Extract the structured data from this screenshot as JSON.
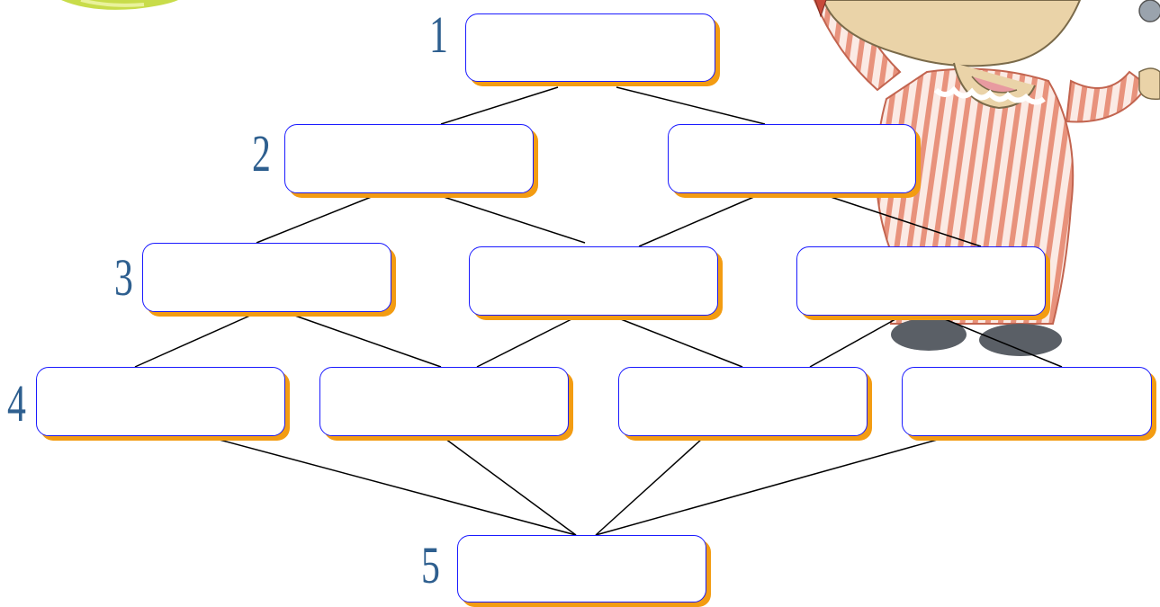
{
  "levels": [
    {
      "label": "1",
      "boxes": [
        "",
        ""
      ]
    },
    {
      "label": "2",
      "boxes": [
        "",
        ""
      ]
    },
    {
      "label": "3",
      "boxes": [
        "",
        "",
        ""
      ]
    },
    {
      "label": "4",
      "boxes": [
        "",
        "",
        "",
        ""
      ]
    },
    {
      "label": "5",
      "boxes": [
        ""
      ]
    }
  ],
  "colors": {
    "box_border": "#1a1aff",
    "box_shadow": "#f39c12",
    "number": "#2e5f8f",
    "connector": "#000000"
  },
  "decorations": [
    "leaf-icon",
    "elephant-cartoon"
  ]
}
